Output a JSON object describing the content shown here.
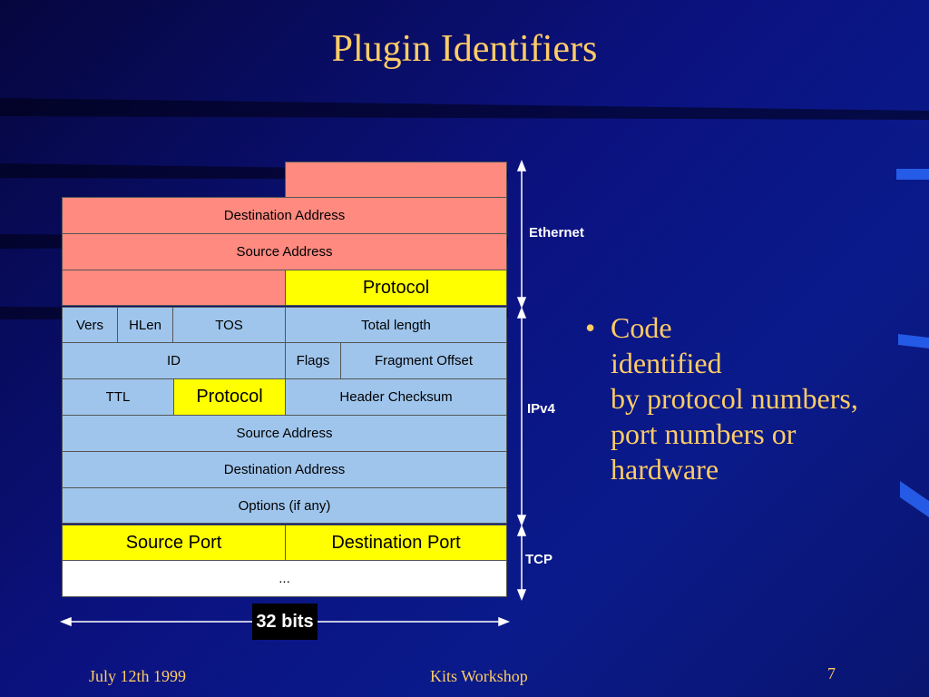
{
  "slide": {
    "title": "Plugin Identifiers",
    "bullet_lines": [
      "Code",
      "identified",
      "by protocol numbers,",
      "port numbers or",
      "hardware"
    ]
  },
  "diagram": {
    "ethernet": {
      "label": "Ethernet",
      "destination_address": "Destination Address",
      "source_address": "Source Address",
      "protocol": "Protocol"
    },
    "ipv4": {
      "label": "IPv4",
      "vers": "Vers",
      "hlen": "HLen",
      "tos": "TOS",
      "total_length": "Total length",
      "id": "ID",
      "flags": "Flags",
      "fragment_offset": "Fragment Offset",
      "ttl": "TTL",
      "protocol": "Protocol",
      "header_checksum": "Header Checksum",
      "source_address": "Source Address",
      "destination_address": "Destination Address",
      "options": "Options (if any)"
    },
    "tcp": {
      "label": "TCP",
      "source_port": "Source Port",
      "destination_port": "Destination Port",
      "ellipsis": "..."
    },
    "width_label": "32 bits"
  },
  "footer": {
    "date": "July 12th 1999",
    "event": "Kits Workshop",
    "page_number": "7"
  },
  "colors": {
    "title_text": "#ffcc66",
    "ethernet_fill": "#ff8a80",
    "ipv4_fill": "#9fc5ec",
    "highlight_fill": "#ffff00"
  }
}
